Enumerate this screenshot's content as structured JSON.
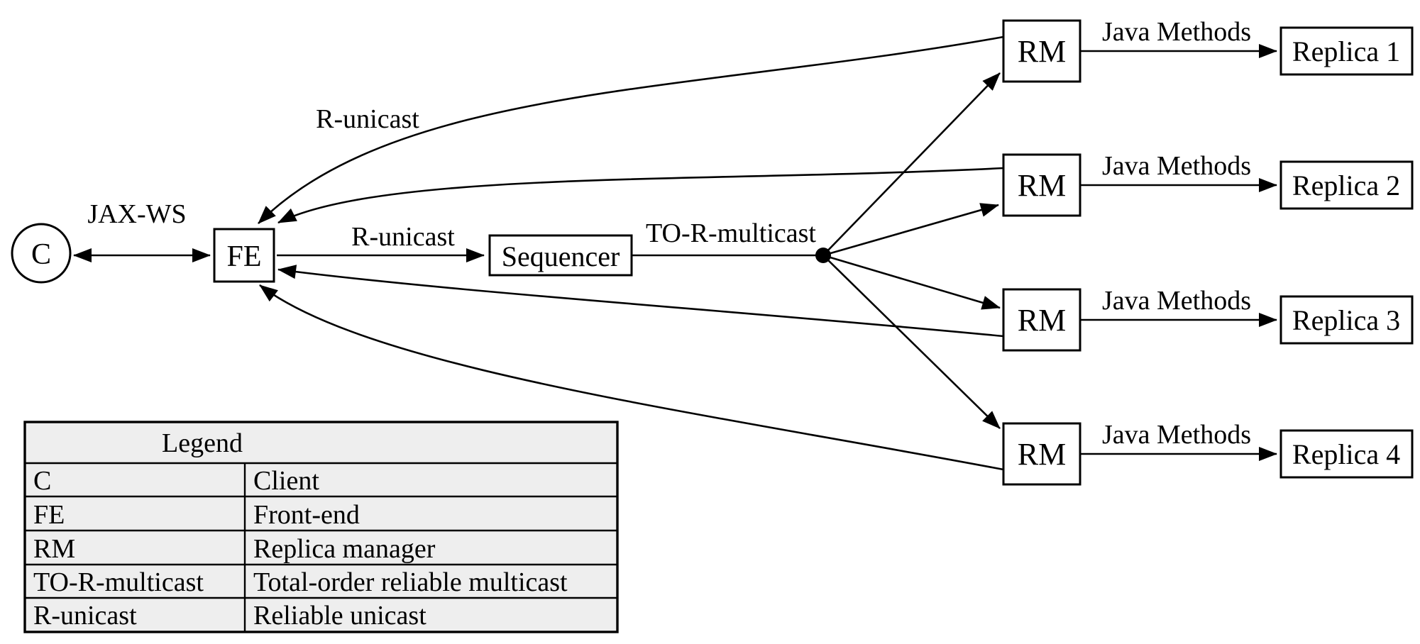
{
  "colors": {
    "background": "#ffffff",
    "line": "#000000",
    "legend_background": "#eeeeee"
  },
  "nodes": {
    "client": "C",
    "frontend": "FE",
    "sequencer": "Sequencer",
    "rm": "RM",
    "replicas": [
      "Replica 1",
      "Replica 2",
      "Replica 3",
      "Replica 4"
    ]
  },
  "edges": {
    "jaxws": "JAX-WS",
    "r_unicast_top": "R-unicast",
    "r_unicast_mid": "R-unicast",
    "to_r_multicast": "TO-R-multicast",
    "java_methods": "Java Methods"
  },
  "legend": {
    "title": "Legend",
    "rows": [
      {
        "abbr": "C",
        "meaning": "Client"
      },
      {
        "abbr": "FE",
        "meaning": "Front-end"
      },
      {
        "abbr": "RM",
        "meaning": "Replica manager"
      },
      {
        "abbr": "TO-R-multicast",
        "meaning": "Total-order reliable multicast"
      },
      {
        "abbr": "R-unicast",
        "meaning": "Reliable unicast"
      }
    ]
  }
}
